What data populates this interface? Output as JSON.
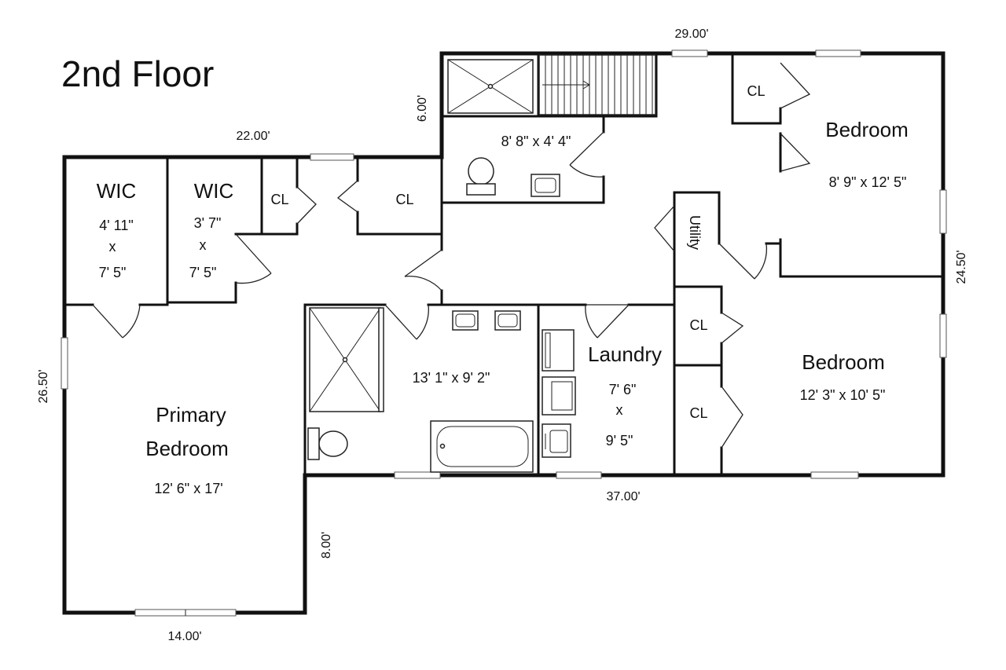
{
  "title": "2nd Floor",
  "rooms": {
    "wic1": {
      "name": "WIC",
      "w": "4' 11\"",
      "x": "x",
      "h": "7' 5\""
    },
    "wic2": {
      "name": "WIC",
      "w": "3' 7\"",
      "x": "x",
      "h": "7' 5\""
    },
    "cl_small": {
      "name": "CL"
    },
    "cl_hall": {
      "name": "CL"
    },
    "bath_hall": {
      "dims": "8' 8\" x 4' 4\""
    },
    "cl_bed1": {
      "name": "CL"
    },
    "bedroom1": {
      "name": "Bedroom",
      "dims": "8' 9\" x 12' 5\""
    },
    "utility": {
      "name": "Utility"
    },
    "primary_bath": {
      "dims": "13' 1\" x 9' 2\""
    },
    "laundry": {
      "name": "Laundry",
      "w": "7' 6\"",
      "x": "x",
      "h": "9' 5\""
    },
    "cl_bed2a": {
      "name": "CL"
    },
    "cl_bed2b": {
      "name": "CL"
    },
    "bedroom2": {
      "name": "Bedroom",
      "dims": "12' 3\" x 10' 5\""
    },
    "primary": {
      "name1": "Primary",
      "name2": "Bedroom",
      "dims": "12' 6\" x 17'"
    }
  },
  "exterior_dims": {
    "top_right": "29.00'",
    "top_left": "22.00'",
    "stair_notch": "6.00'",
    "left": "26.50'",
    "right": "24.50'",
    "bottom_mid": "37.00'",
    "notch_vertical": "8.00'",
    "bottom_left": "14.00'"
  }
}
